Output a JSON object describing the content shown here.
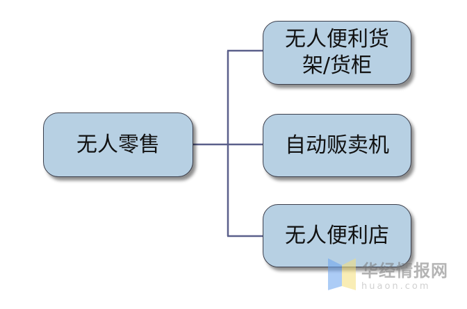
{
  "root": {
    "label": "无人零售"
  },
  "children": [
    {
      "label": "无人便利货架/货柜"
    },
    {
      "label": "自动贩卖机"
    },
    {
      "label": "无人便利店"
    }
  ],
  "watermark": {
    "name": "华经情报网",
    "domain": "huaon.com"
  },
  "colors": {
    "box_fill": "#b7d0e3",
    "connector": "#5a5f8a"
  }
}
